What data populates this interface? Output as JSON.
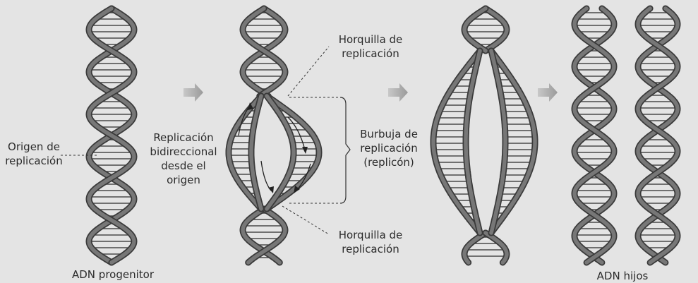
{
  "labels": {
    "origin": "Origen de\nreplicación",
    "parent_dna": "ADN progenitor",
    "bidirectional": "Replicación\nbidireccional\ndesde el\norigen",
    "fork_top": "Horquilla de\nreplicación",
    "bubble": "Burbuja de\nreplicación\n(replicón)",
    "fork_bottom": "Horquilla de\nreplicación",
    "daughter_dna": "ADN hijos"
  },
  "colors": {
    "background": "#e4e4e4",
    "strand_fill": "#777777",
    "strand_edge": "#3a3a3a",
    "rung": "#4a4a4a",
    "arrow": "#a8a8a8"
  }
}
